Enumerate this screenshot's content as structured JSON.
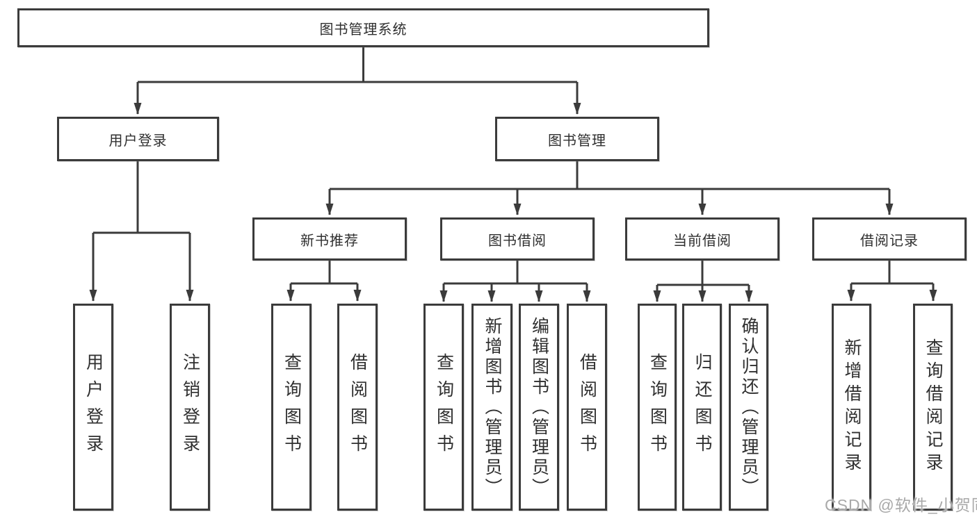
{
  "root": {
    "label": "图书管理系统"
  },
  "branches": {
    "user_login": {
      "label": "用户登录",
      "children": [
        {
          "label": "用户登录"
        },
        {
          "label": "注销登录"
        }
      ]
    },
    "book_mgmt": {
      "label": "图书管理"
    }
  },
  "modules": [
    {
      "label": "新书推荐",
      "children": [
        {
          "label": "查询图书"
        },
        {
          "label": "借阅图书"
        }
      ]
    },
    {
      "label": "图书借阅",
      "children": [
        {
          "label": "查询图书"
        },
        {
          "label": "新增图书（管理员）"
        },
        {
          "label": "编辑图书（管理员）"
        },
        {
          "label": "借阅图书"
        }
      ]
    },
    {
      "label": "当前借阅",
      "children": [
        {
          "label": "查询图书"
        },
        {
          "label": "归还图书"
        },
        {
          "label": "确认归还（管理员）"
        }
      ]
    },
    {
      "label": "借阅记录",
      "children": [
        {
          "label": "新增借阅记录"
        },
        {
          "label": "查询借阅记录"
        }
      ]
    }
  ],
  "watermark": "CSDN @软件_小贺同学",
  "colors": {
    "line": "#3b3b3b",
    "text": "#2f2f2f",
    "watermark_gray": "#a9a9a9",
    "background": "#ffffff"
  }
}
